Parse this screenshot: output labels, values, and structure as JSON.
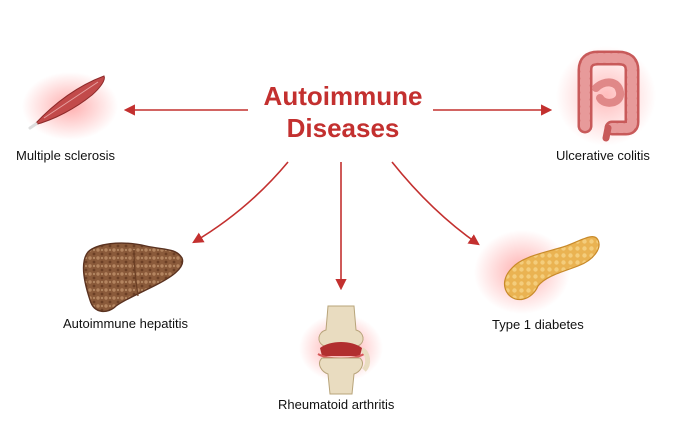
{
  "title": {
    "line1": "Autoimmune",
    "line2": "Diseases"
  },
  "diseases": [
    {
      "label": "Multiple sclerosis",
      "icon": "muscle-icon"
    },
    {
      "label": "Ulcerative colitis",
      "icon": "colon-icon"
    },
    {
      "label": "Autoimmune hepatitis",
      "icon": "liver-icon"
    },
    {
      "label": "Rheumatoid arthritis",
      "icon": "knee-joint-icon"
    },
    {
      "label": "Type 1 diabetes",
      "icon": "pancreas-icon"
    }
  ],
  "colors": {
    "accent": "#c3302f",
    "glow": "#ff6b6b",
    "muscle": "#c24a4a",
    "liver": "#8a5a3a",
    "colon": "#d87a7a",
    "pancreas": "#e8b050",
    "bone": "#e9dcc0"
  }
}
